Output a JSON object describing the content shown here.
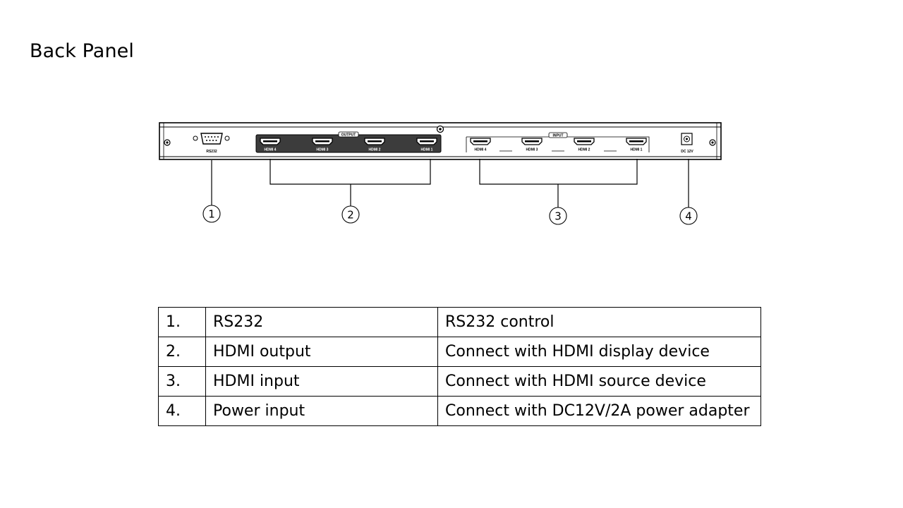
{
  "title": "Back Panel",
  "panel": {
    "rs232_label": "RS232",
    "output_group_label": "OUTPUT",
    "input_group_label": "INPUT",
    "output_ports": [
      "HDMI 4",
      "HDMI 3",
      "HDMI 2",
      "HDMI 1"
    ],
    "input_ports": [
      "HDMI 4",
      "HDMI 3",
      "HDMI 2",
      "HDMI 1"
    ],
    "dc_label": "DC 12V"
  },
  "callouts": [
    "1",
    "2",
    "3",
    "4"
  ],
  "legend": [
    {
      "num": "1.",
      "name": "RS232",
      "desc": "RS232 control"
    },
    {
      "num": "2.",
      "name": "HDMI output",
      "desc": "Connect with HDMI display device"
    },
    {
      "num": "3.",
      "name": "HDMI input",
      "desc": "Connect with HDMI source device"
    },
    {
      "num": "4.",
      "name": "Power input",
      "desc": "Connect with DC12V/2A power adapter"
    }
  ]
}
